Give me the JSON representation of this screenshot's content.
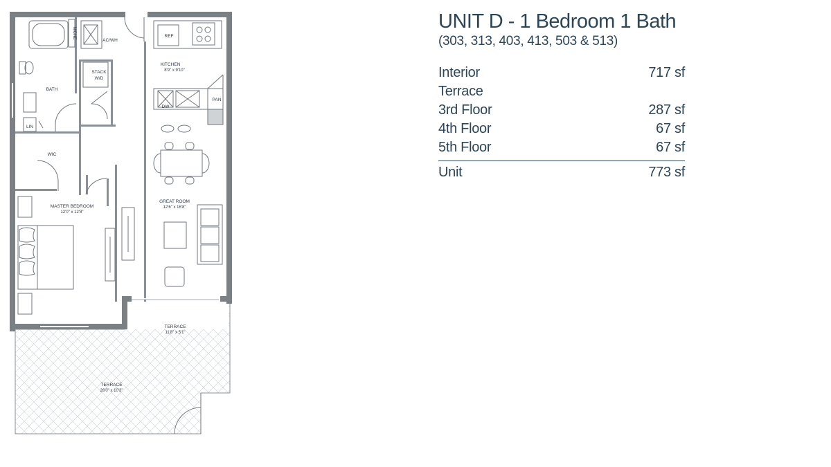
{
  "unit": {
    "title": "UNIT D - 1 Bedroom 1 Bath",
    "subtitle": "(303, 313, 403, 413, 503 & 513)"
  },
  "areas": [
    {
      "label": "Interior",
      "value": "717 sf"
    },
    {
      "label": "Terrace",
      "value": ""
    },
    {
      "label": "3rd Floor",
      "value": "287 sf"
    },
    {
      "label": "4th Floor",
      "value": "67 sf"
    },
    {
      "label": "5th Floor",
      "value": "67 sf"
    }
  ],
  "total": {
    "label": "Unit",
    "value": "773 sf"
  },
  "rooms": {
    "kitchen_name": "KITCHEN",
    "kitchen_dim": "8'9\" x 9'10\"",
    "great_room_name": "GREAT ROOM",
    "great_room_dim": "12'6\" x 16'8\"",
    "master_name": "MASTER BEDROOM",
    "master_dim": "12'0\" x 12'8\"",
    "bath": "BATH",
    "wic": "WIC",
    "lin": "LIN",
    "niche": "NICHE",
    "acwh": "AC/WH",
    "stack": "STACK",
    "wd": "W/D",
    "ref": "REF",
    "dw": "DW",
    "pan": "PAN",
    "terrace_small_name": "TERRACE",
    "terrace_small_dim": "11'8\" x 5'1\"",
    "terrace_large_name": "TERRACE",
    "terrace_large_dim": "26'0\" x 10'3\""
  },
  "colors": {
    "wall": "#7b8085",
    "ink": "#2d4657",
    "line": "#6f767c"
  }
}
